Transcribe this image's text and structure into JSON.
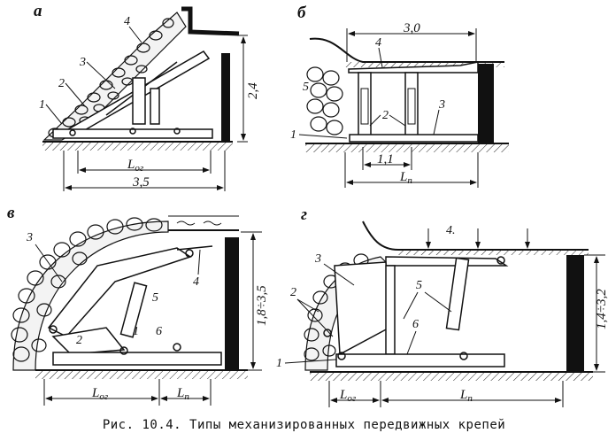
{
  "caption": "Рис. 10.4. Типы механизированных передвижных крепей",
  "panels": {
    "a": {
      "letter": "а",
      "labels": [
        "1",
        "2",
        "3",
        "4"
      ],
      "dims": {
        "height": "2,4",
        "l_og": "L",
        "l_og_sub": "ог",
        "width": "3,5"
      }
    },
    "b": {
      "letter": "б",
      "labels": [
        "1",
        "2",
        "3",
        "4",
        "5"
      ],
      "dims": {
        "width": "3,0",
        "small": "1,1",
        "l_p": "L",
        "l_p_sub": "п"
      }
    },
    "v": {
      "letter": "в",
      "labels": [
        "1",
        "2",
        "3",
        "4",
        "5",
        "6"
      ],
      "dims": {
        "height": "1,8÷3,5",
        "l_og": "L",
        "l_og_sub": "ог",
        "l_p": "L",
        "l_p_sub": "п"
      }
    },
    "g": {
      "letter": "г",
      "labels": [
        "1",
        "2",
        "3",
        "4.",
        "5",
        "6"
      ],
      "dims": {
        "height": "1,4÷3,2",
        "l_og": "L",
        "l_og_sub": "ог",
        "l_p": "L",
        "l_p_sub": "п"
      }
    }
  }
}
